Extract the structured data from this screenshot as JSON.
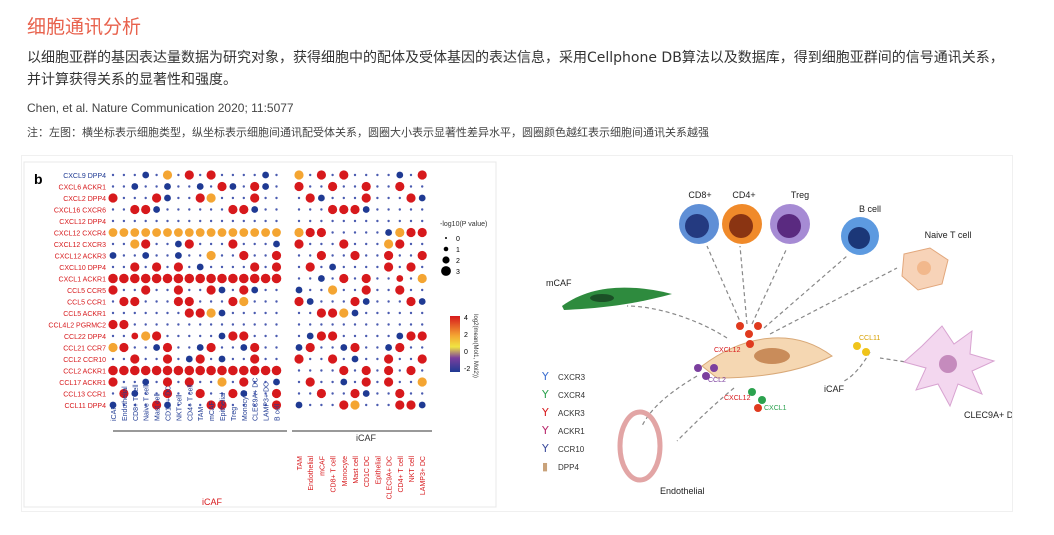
{
  "page": {
    "title": "细胞通讯分析",
    "description": "以细胞亚群的基因表达量数据为研究对象，获得细胞中的配体及受体基因的表达信息，采用Cellphone DB算法以及数据库，得到细胞亚群间的信号通讯关系，并计算获得关系的显著性和强度。",
    "citation": "Chen, et al. Nature Communication 2020; 11:5077",
    "note": "注：左图：横坐标表示细胞类型，纵坐标表示细胞间通讯配受体关系，圆圈大小表示显著性差异水平，圆圈颜色越红表示细胞间通讯关系越强"
  },
  "dotplot": {
    "panel_label": "b",
    "rows": [
      "CXCL9 DPP4",
      "CXCL6 ACKR1",
      "CXCL2 DPP4",
      "CXCL16 CXCR6",
      "CXCL12 DPP4",
      "CXCL12 CXCR4",
      "CXCL12 CXCR3",
      "CXCL12 ACKR3",
      "CXCL10 DPP4",
      "CXCL1 ACKR1",
      "CCL5 CCR5",
      "CCL5 CCR1",
      "CCL5 ACKR1",
      "CCL4L2 PGRMC2",
      "CCL22 DPP4",
      "CCL21 CCR7",
      "CCL2 CCR10",
      "CCL2 ACKR1",
      "CCL17 ACKR1",
      "CCL13 CCR1",
      "CCL11 DPP4"
    ],
    "left_columns": [
      "iCAF",
      "Endothelial",
      "CD8+ T cell",
      "Naive T cell",
      "Mast cell",
      "CD1C+ DC",
      "NKT cell",
      "CD4+ T cell",
      "TAM",
      "mCAF",
      "Epithelial",
      "Treg",
      "Monocyte",
      "CLEC9A+ DC",
      "LAMP3+ DC",
      "B cell"
    ],
    "right_columns": [
      "TAM",
      "Endothelial",
      "mCAF",
      "CD8+ T cell",
      "Monocyte",
      "Mast cell",
      "CD1C DC",
      "Epithelial",
      "CLEC9A+ DC",
      "CD4+ T cell",
      "NKT cell",
      "LAMP3+ DC"
    ],
    "left_group_label": "iCAF",
    "right_group_label": "iCAF",
    "size_legend_title": "-log10(P value)",
    "size_legend_values": [
      "0",
      "1",
      "2",
      "3"
    ],
    "color_legend_title": "log2(mean(Mol1, Mol2))",
    "color_legend_ticks": [
      "4",
      "2",
      "0",
      "-2"
    ],
    "colors": {
      "high": "#d7191c",
      "mid_high": "#f4a532",
      "mid": "#f0e442",
      "mid_low": "#7b3f9e",
      "low": "#1f3a93",
      "null": "#4a5bb0"
    }
  },
  "diagram": {
    "cells": {
      "cd8": "CD8+",
      "cd4": "CD4+",
      "treg": "Treg",
      "bcell": "B cell",
      "naive": "Naive T cell",
      "mcaf": "mCAF",
      "icaf": "iCAF",
      "clec9a": "CLEC9A+ DC",
      "endothelial": "Endothelial"
    },
    "ligands": {
      "cxcl12_top": "CXCL12",
      "ccl11": "CCL11",
      "ccl2": "CCL2",
      "cxcl12_bottom": "CXCL12",
      "cxcl1": "CXCL1"
    },
    "legend": [
      "CXCR3",
      "CXCR4",
      "ACKR3",
      "ACKR1",
      "CCR10",
      "DPP4"
    ]
  }
}
